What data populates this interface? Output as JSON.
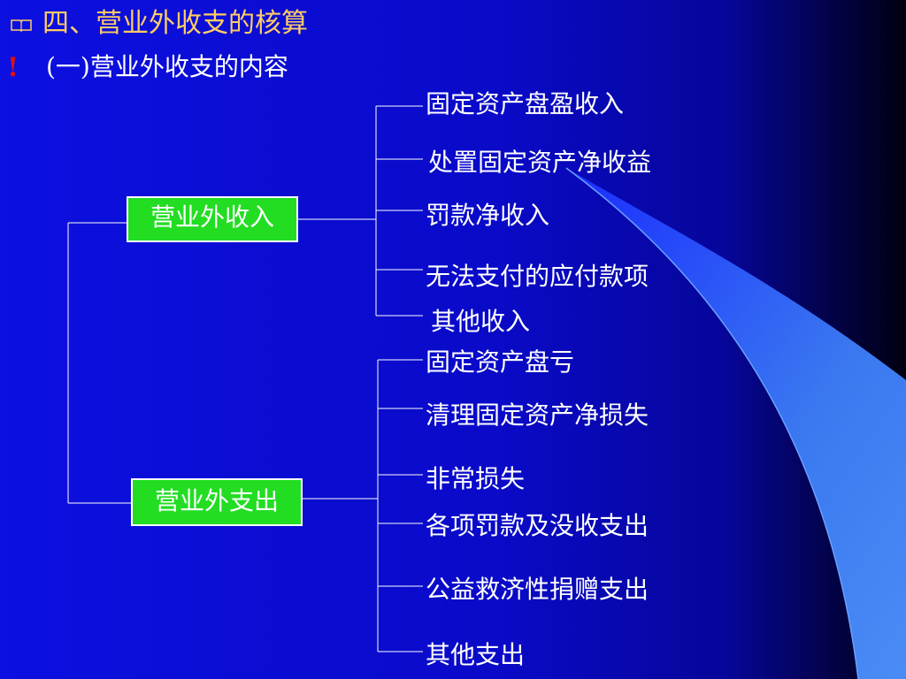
{
  "slide": {
    "title": "四、营业外收支的核算",
    "subtitle": "(一)营业外收支的内容",
    "colors": {
      "background": "#0a0ad0",
      "title": "#ffcc66",
      "box_fill": "#22dd22",
      "bullet": "#dd1111"
    },
    "icons": [
      "book-icon",
      "exclamation-icon"
    ]
  },
  "diagram": {
    "income": {
      "label": "营业外收入",
      "items": [
        "固定资产盘盈收入",
        "处置固定资产净收益",
        "罚款净收入",
        "无法支付的应付款项",
        "其他收入"
      ]
    },
    "expense": {
      "label": "营业外支出",
      "items": [
        "固定资产盘亏",
        "清理固定资产净损失",
        "非常损失",
        "各项罚款及没收支出",
        "公益救济性捐赠支出",
        "其他支出"
      ]
    }
  }
}
